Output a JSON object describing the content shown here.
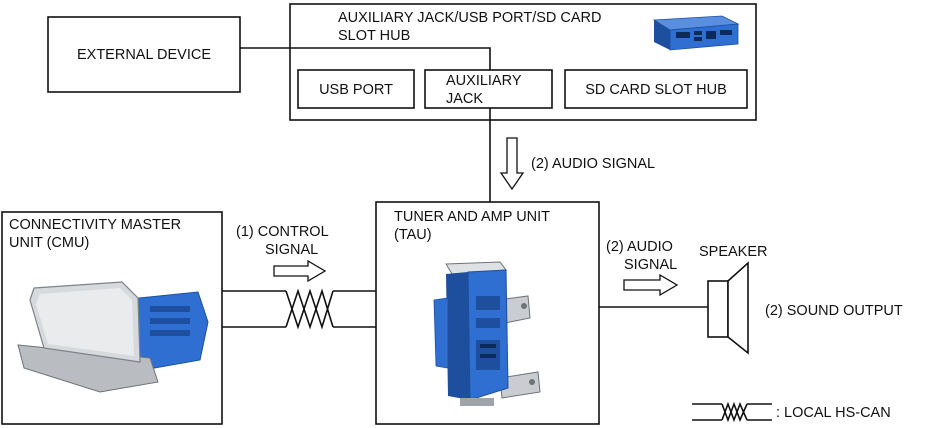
{
  "hub": {
    "title_line1": "AUXILIARY JACK/USB PORT/SD CARD",
    "title_line2": "SLOT HUB",
    "usb_port": "USB PORT",
    "aux_line1": "AUXILIARY",
    "aux_line2": "JACK",
    "sd_card": "SD CARD SLOT HUB"
  },
  "external_device": "EXTERNAL DEVICE",
  "audio_signal_hub": "(2) AUDIO SIGNAL",
  "cmu": {
    "line1": "CONNECTIVITY MASTER",
    "line2": "UNIT (CMU)"
  },
  "control_signal": {
    "line1": "(1)  CONTROL",
    "line2": "SIGNAL"
  },
  "tau": {
    "line1": "TUNER AND AMP UNIT",
    "line2": "(TAU)"
  },
  "audio_signal_speaker": {
    "line1": "(2) AUDIO",
    "line2": "SIGNAL"
  },
  "speaker": "SPEAKER",
  "sound_output": "(2) SOUND OUTPUT",
  "legend": {
    "local_hs_can": ": LOCAL HS-CAN"
  },
  "colors": {
    "module_blue": "#2f6fd1",
    "module_blue_dark": "#1d4f9e",
    "housing_grey": "#c9ccd0"
  }
}
